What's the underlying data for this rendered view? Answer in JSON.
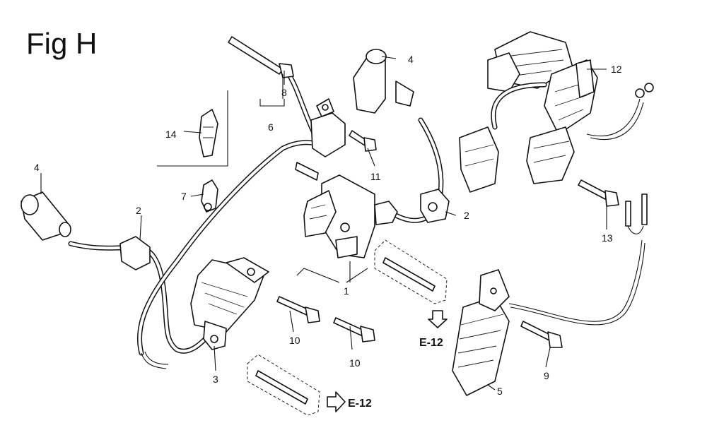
{
  "figure": {
    "title": "Fig H"
  },
  "callouts": [
    {
      "id": "c1",
      "text": "1"
    },
    {
      "id": "c2a",
      "text": "2"
    },
    {
      "id": "c2b",
      "text": "2"
    },
    {
      "id": "c3",
      "text": "3"
    },
    {
      "id": "c4a",
      "text": "4"
    },
    {
      "id": "c4b",
      "text": "4"
    },
    {
      "id": "c5",
      "text": "5"
    },
    {
      "id": "c6",
      "text": "6"
    },
    {
      "id": "c7",
      "text": "7"
    },
    {
      "id": "c8",
      "text": "8"
    },
    {
      "id": "c9",
      "text": "9"
    },
    {
      "id": "c10a",
      "text": "10"
    },
    {
      "id": "c10b",
      "text": "10"
    },
    {
      "id": "c11",
      "text": "11"
    },
    {
      "id": "c12",
      "text": "12"
    },
    {
      "id": "c13",
      "text": "13"
    },
    {
      "id": "c14",
      "text": "14"
    }
  ],
  "references": [
    {
      "id": "r1",
      "text": "E-12"
    },
    {
      "id": "r2",
      "text": "E-12"
    }
  ]
}
